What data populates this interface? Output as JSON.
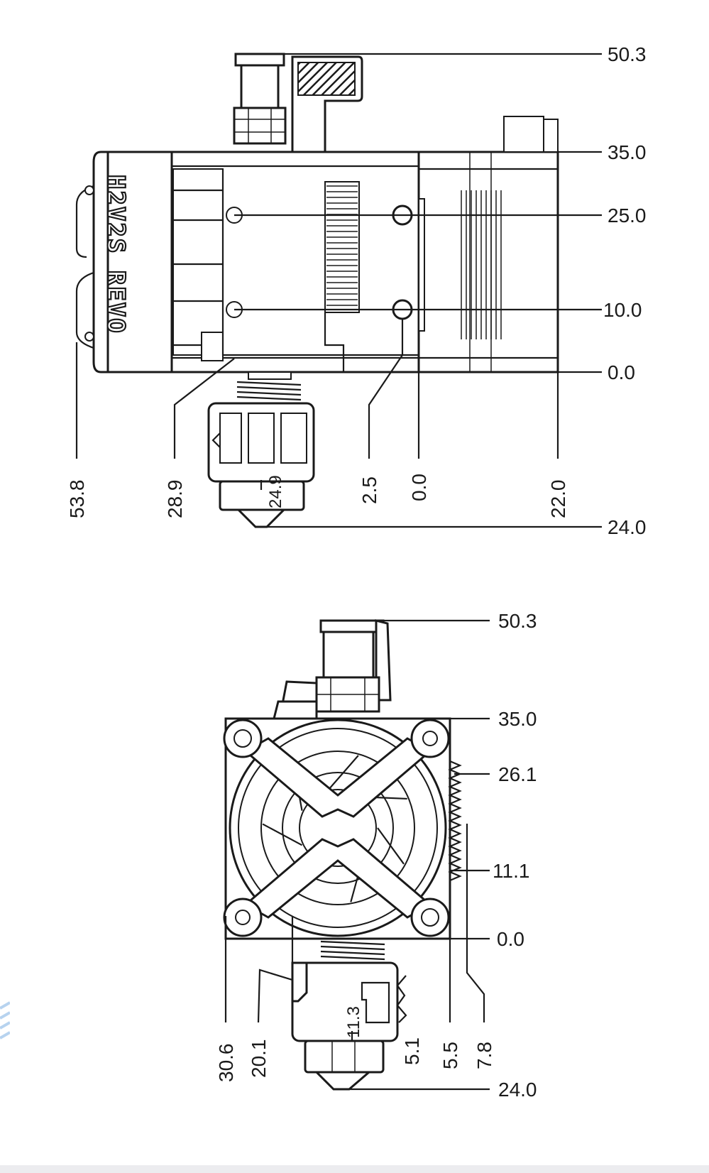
{
  "diagram": {
    "side_view": {
      "branding": "H2V2S REVO",
      "right_dimensions": [
        "50.3",
        "35.0",
        "25.0",
        "10.0",
        "0.0",
        "24.0"
      ],
      "bottom_dimensions": [
        "53.8",
        "28.9",
        "24.9",
        "2.5",
        "0.0",
        "22.0"
      ]
    },
    "front_view": {
      "right_dimensions": [
        "50.3",
        "35.0",
        "26.1",
        "11.1",
        "0.0",
        "24.0"
      ],
      "bottom_dimensions": [
        "30.6",
        "20.1",
        "11.3",
        "5.1",
        "5.5",
        "7.8"
      ]
    }
  }
}
